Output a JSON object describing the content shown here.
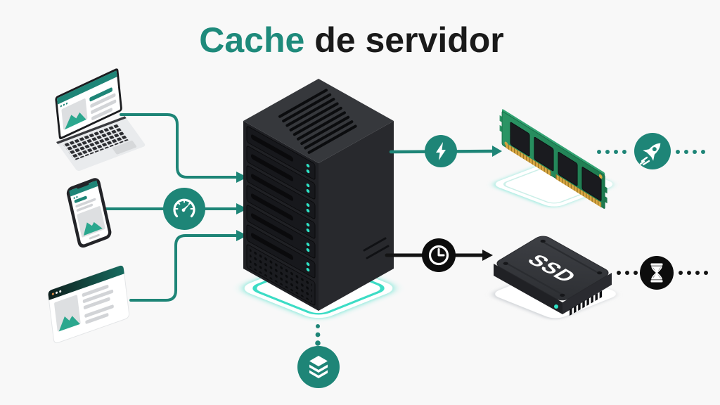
{
  "title": {
    "highlight": "Cache",
    "rest": " de servidor"
  },
  "ssd_label": "SSD",
  "colors": {
    "accent_teal": "#1E8577",
    "glow_teal": "#3FE0C8",
    "led_teal": "#2FE3C6",
    "ink_black": "#1A1A1A",
    "background": "#F8F8F8",
    "pcb_green": "#2B9565",
    "connector_gold": "#D9A843",
    "server_dark": "#1F2024"
  },
  "icons": {
    "clients": [
      "laptop-icon",
      "smartphone-icon",
      "browser-window-icon"
    ],
    "request_flow": [
      "speedometer-icon"
    ],
    "ram_flow": [
      "lightning-icon",
      "rocket-icon"
    ],
    "ssd_flow": [
      "clock-icon",
      "hourglass-icon"
    ],
    "cache_flow": [
      "layers-icon"
    ]
  }
}
